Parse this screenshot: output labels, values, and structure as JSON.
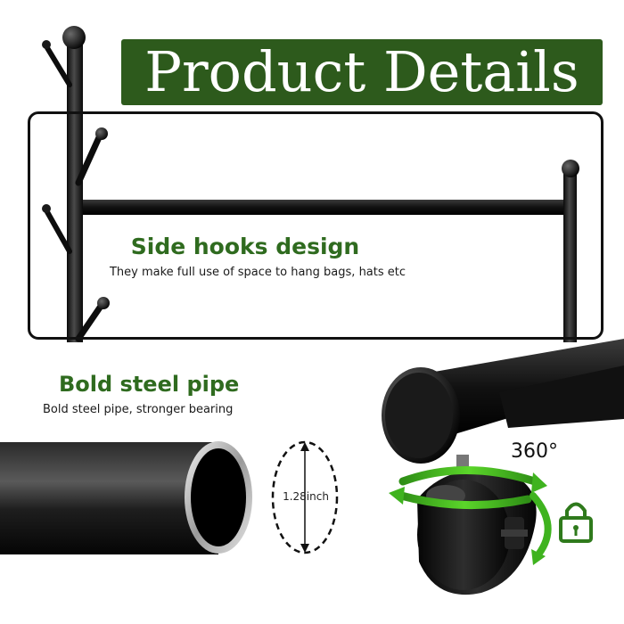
{
  "banner": {
    "title": "Product Details",
    "color": "#2d5a1c"
  },
  "features": [
    {
      "title": "Side hooks design",
      "description": "They make full use of space to hang bags, hats etc"
    },
    {
      "title": "Bold steel pipe",
      "description": "Bold steel pipe, stronger bearing"
    }
  ],
  "pipe": {
    "diameter_label": "1.28inch"
  },
  "caster": {
    "rotation_label": "360°",
    "lock_icon": "padlock-icon"
  },
  "colors": {
    "accent_green": "#2f6b1f",
    "arrow_green": "#3fb31f",
    "metal": "#111111"
  }
}
